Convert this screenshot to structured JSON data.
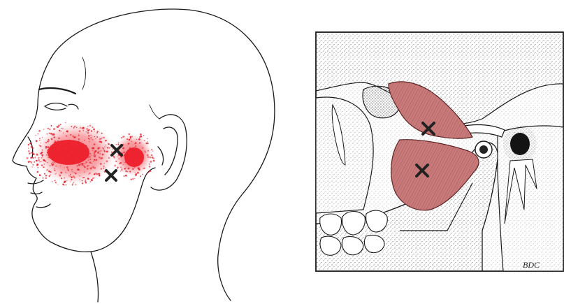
{
  "figure": {
    "left_panel": {
      "subject": "head-profile-pain-pattern"
    },
    "right_panel": {
      "subject": "lateral-pterygoid-anatomy"
    },
    "colors": {
      "pain": "#e8232f",
      "muscle": "#c97a7a",
      "muscle_line": "#7a3434",
      "ink": "#1a1a1a",
      "marker": "#222222"
    },
    "markers": [
      "x-marker",
      "x-marker",
      "x-marker",
      "x-marker"
    ],
    "signature": "BDC"
  }
}
